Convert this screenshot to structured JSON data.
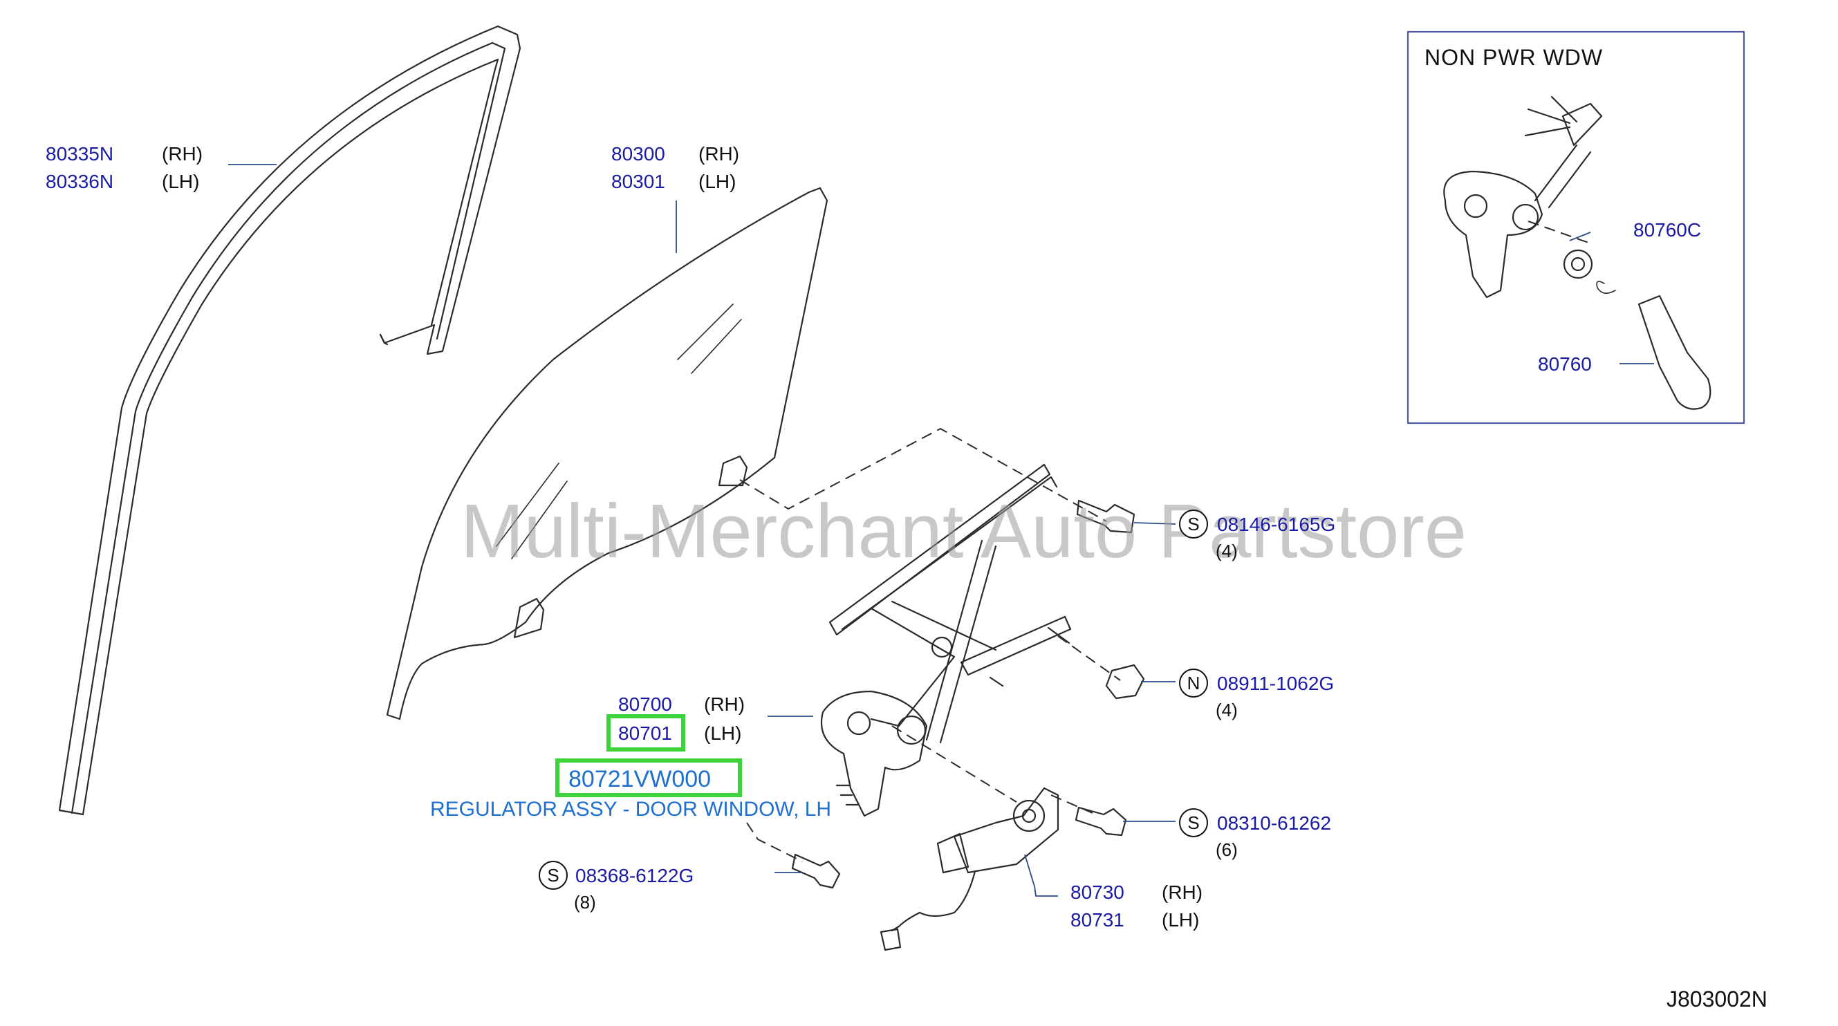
{
  "diagram": {
    "watermark": "Multi-Merchant Auto Partstore",
    "drawing_code": "J803002N",
    "inset": {
      "title": "NON PWR WDW"
    },
    "highlight": {
      "part_number": "80721VW000",
      "description": "REGULATOR ASSY - DOOR WINDOW, LH"
    },
    "labels": {
      "sash_rh": {
        "pn": "80335N",
        "side": "(RH)"
      },
      "sash_lh": {
        "pn": "80336N",
        "side": "(LH)"
      },
      "glass_rh": {
        "pn": "80300",
        "side": "(RH)"
      },
      "glass_lh": {
        "pn": "80301",
        "side": "(LH)"
      },
      "bolt_upper": {
        "sym": "S",
        "pn": "08146-6165G",
        "qty": "(4)"
      },
      "nut": {
        "sym": "N",
        "pn": "08911-1062G",
        "qty": "(4)"
      },
      "regulator_rh": {
        "pn": "80700",
        "side": "(RH)"
      },
      "regulator_lh": {
        "pn": "80701",
        "side": "(LH)"
      },
      "bolt_motor": {
        "sym": "S",
        "pn": "08310-61262",
        "qty": "(6)"
      },
      "bolt_lower": {
        "sym": "S",
        "pn": "08368-6122G",
        "qty": "(8)"
      },
      "motor_rh": {
        "pn": "80730",
        "side": "(RH)"
      },
      "motor_lh": {
        "pn": "80731",
        "side": "(LH)"
      },
      "escutcheon": {
        "pn": "80760C"
      },
      "handle": {
        "pn": "80760"
      }
    },
    "colors": {
      "part_number": "#1a1aa6",
      "description": "#1e6fd0",
      "highlight_box": "#3bd43b"
    }
  }
}
